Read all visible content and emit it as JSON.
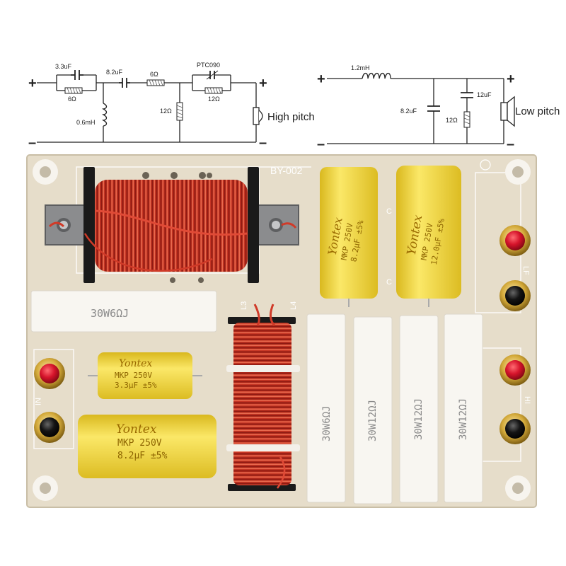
{
  "schematic_left": {
    "cap1": "3.3uF",
    "res_parallel": "6Ω",
    "cap2": "8.2uF",
    "res_series": "6Ω",
    "ptc": "PTC090",
    "res_ptc": "12Ω",
    "inductor": "0.6mH",
    "res_shunt": "12Ω",
    "output_label": "High pitch",
    "plus": "+",
    "minus": "–"
  },
  "schematic_right": {
    "inductor": "1.2mH",
    "cap_shunt": "8.2uF",
    "cap_rc": "12uF",
    "res_rc": "12Ω",
    "output_label": "Low pitch",
    "plus": "+",
    "minus": "–"
  },
  "board": {
    "label": "BY-002",
    "silk_l3": "L3",
    "silk_l4": "L4",
    "silk_lf": "LF",
    "silk_hi": "HI",
    "silk_in": "NI",
    "silk_c1": "C",
    "silk_c2": "C"
  },
  "components": {
    "cap_top_left": {
      "brand": "Yontex",
      "rating": "MKP 250V",
      "value": "8.2μF ±5%"
    },
    "cap_top_right": {
      "brand": "Yontex",
      "rating": "MKP 250V",
      "value": "12.0μF ±5%"
    },
    "cap_mid_left": {
      "brand": "Yontex",
      "rating": "MKP 250V",
      "value": "3.3μF ±5%"
    },
    "cap_bottom_left": {
      "brand": "Yontex",
      "rating": "MKP 250V",
      "value": "8.2μF ±5%"
    },
    "res_horizontal": "30W6ΩJ",
    "res_v1": "30W6ΩJ",
    "res_v2": "30W12ΩJ",
    "res_v3": "30W12ΩJ",
    "res_v4": "30W12ΩJ"
  },
  "colors": {
    "board": "#e8e0cf",
    "copper": "#b3261e",
    "capacitor": "#f3dc3c",
    "resistor": "#f6f4ef",
    "terminal_red": "#d6142b",
    "terminal_black": "#111111",
    "brass": "#c9a034"
  }
}
